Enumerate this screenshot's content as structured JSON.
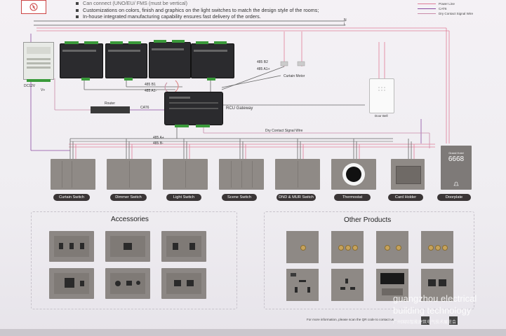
{
  "header": {
    "bullets": [
      "Customizations on colors, finish and graphics on the light switches to match the design style of the rooms;",
      "In-house integrated manufacturing capability ensures fast delivery of the orders."
    ],
    "partial_line": "Can connect (UNO/EU/ FMS (must be vertical)"
  },
  "legend": {
    "items": [
      {
        "label": "Power Line",
        "color": "#e07c97"
      },
      {
        "label": "CAT6",
        "color": "#8a4aa0"
      },
      {
        "label": "Dry Contact Signal Wire",
        "color": "#c98aa8"
      }
    ]
  },
  "diagram": {
    "labels": {
      "router": "Router",
      "cat6": "CAT6",
      "gateway": "RCU Gateway",
      "curtain_motor": "Curtain Motor",
      "door_bell": "Door Bell",
      "dry_contact": "Dry Contact Signal Wire",
      "bus_a1": "485 A1-",
      "bus_b1": "485 B1",
      "bus_a2": "485 A1+",
      "bus_b2": "485 B2",
      "bus_a3": "485 A+",
      "bus_b3": "485 B-",
      "mains": "N",
      "mains2": "L",
      "dc": "DC12V",
      "vplus": "V+"
    },
    "doorplate_number": "6668",
    "doorplate_title": "Grand Hotel"
  },
  "devices": [
    {
      "label": "Curtain Switch"
    },
    {
      "label": "Dimmer Switch"
    },
    {
      "label": "Light Switch"
    },
    {
      "label": "Scene Switch"
    },
    {
      "label": "DND & MUR Switch"
    },
    {
      "label": "Thermostat"
    },
    {
      "label": "Card Holder"
    },
    {
      "label": "Doorplate"
    }
  ],
  "accessories": {
    "title": "Accessories"
  },
  "other_products": {
    "title": "Other Products"
  },
  "footnote": "For more information, please scan the QR code to contact us",
  "watermark": {
    "line1": "guangzhou electrical",
    "line2": "building technology",
    "line3": "广州国际智能建筑电气技术展览会"
  },
  "colors": {
    "power": "#e07c97",
    "cat6": "#8a4aa0",
    "signal": "#c98aa8",
    "panel": "#8f8a86"
  }
}
